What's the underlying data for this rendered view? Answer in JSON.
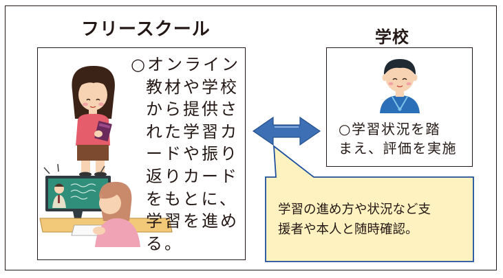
{
  "left_title": "フリースクール",
  "right_title": "学校",
  "left_lines": [
    "○オンライン",
    "教材や学校",
    "から提供さ",
    "れた学習カ",
    "ードや振り",
    "返りカード",
    "をもとに、",
    "学習を進め",
    "る。"
  ],
  "right_lines": [
    "○学習状況を踏",
    "まえ、評価を実施"
  ],
  "callout_lines": [
    "学習の進め方や状況など支",
    "援者や本人と随時確認。"
  ],
  "icons": [
    "teacher-woman-icon",
    "online-lesson-icon",
    "school-teacher-man-icon",
    "double-arrow-icon"
  ],
  "colors": {
    "arrow": "#3c6fb3",
    "callout_fill": "#fff2c1",
    "callout_border": "#1c4f9c"
  }
}
